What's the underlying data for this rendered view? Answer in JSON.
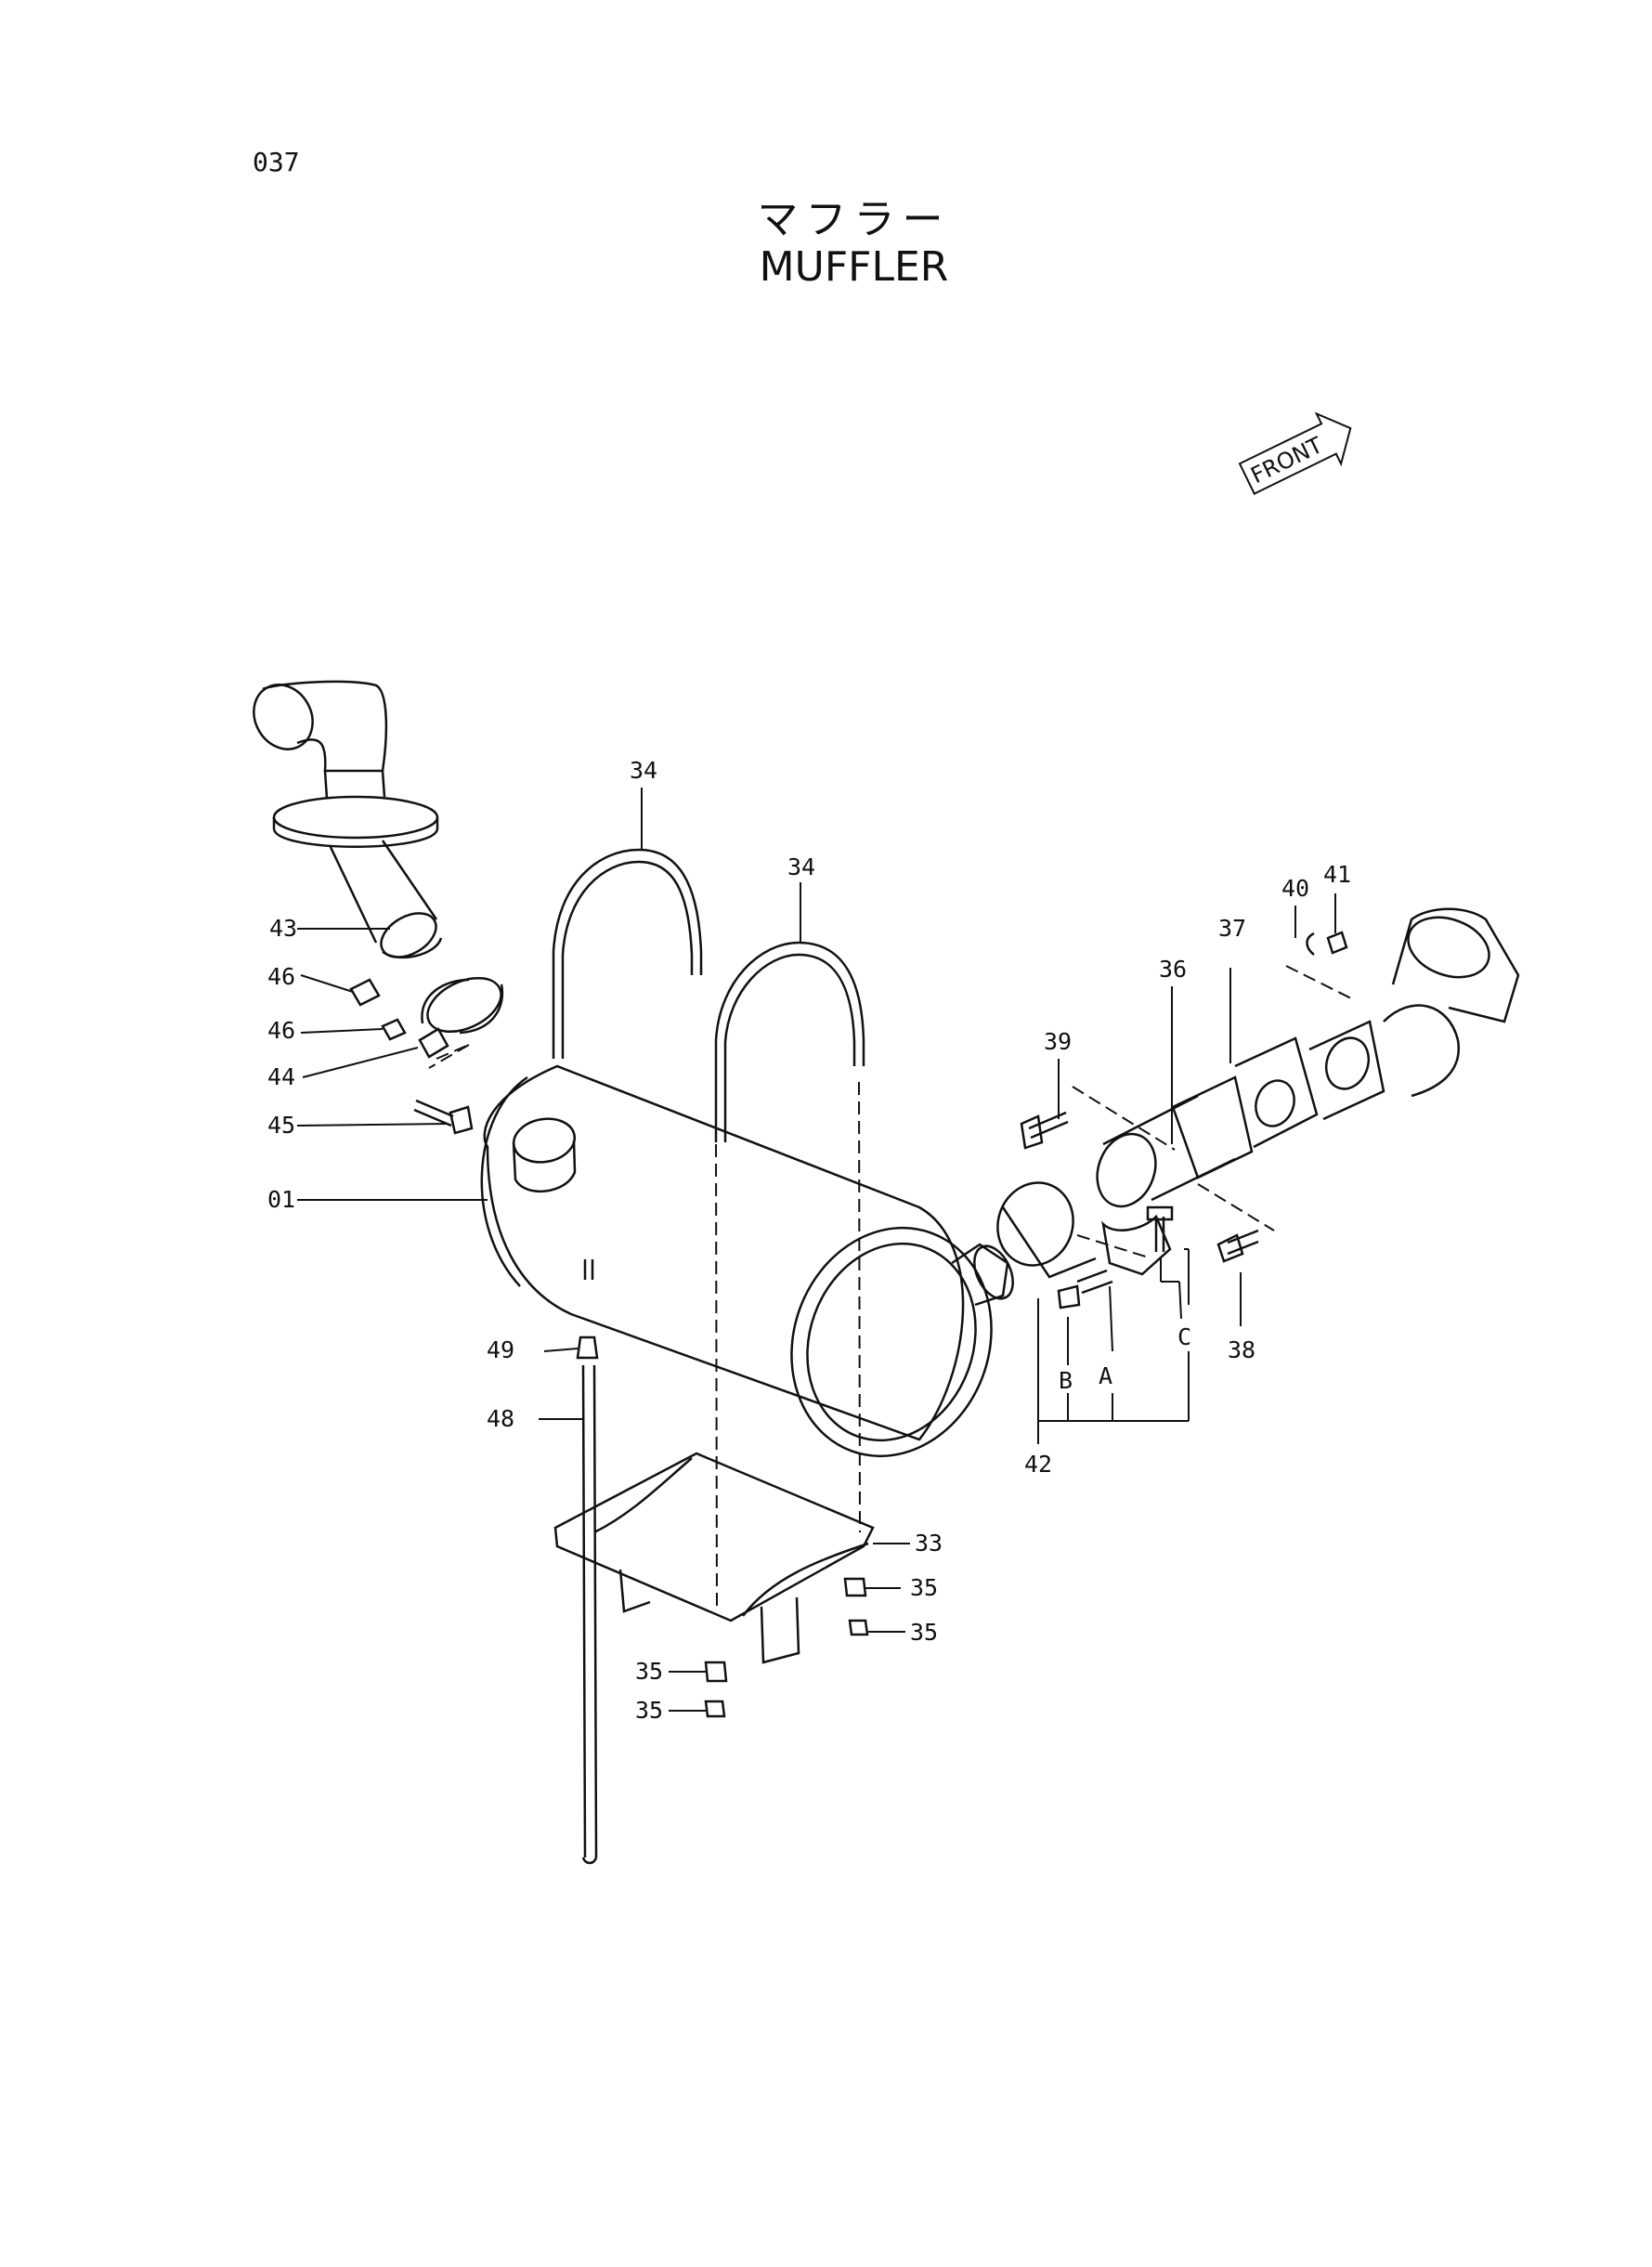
{
  "page": {
    "number": "037"
  },
  "title": {
    "japanese": "マフラー",
    "english": "MUFFLER"
  },
  "front_label": "FRONT",
  "callouts": {
    "c01": "01",
    "c33": "33",
    "c34a": "34",
    "c34b": "34",
    "c35a": "35",
    "c35b": "35",
    "c35c": "35",
    "c35d": "35",
    "c36": "36",
    "c37": "37",
    "c38": "38",
    "c39": "39",
    "c40": "40",
    "c41": "41",
    "c42": "42",
    "c43": "43",
    "c44": "44",
    "c45": "45",
    "c46a": "46",
    "c46b": "46",
    "c48": "48",
    "c49": "49",
    "cA": "A",
    "cB": "B",
    "cC": "C"
  }
}
